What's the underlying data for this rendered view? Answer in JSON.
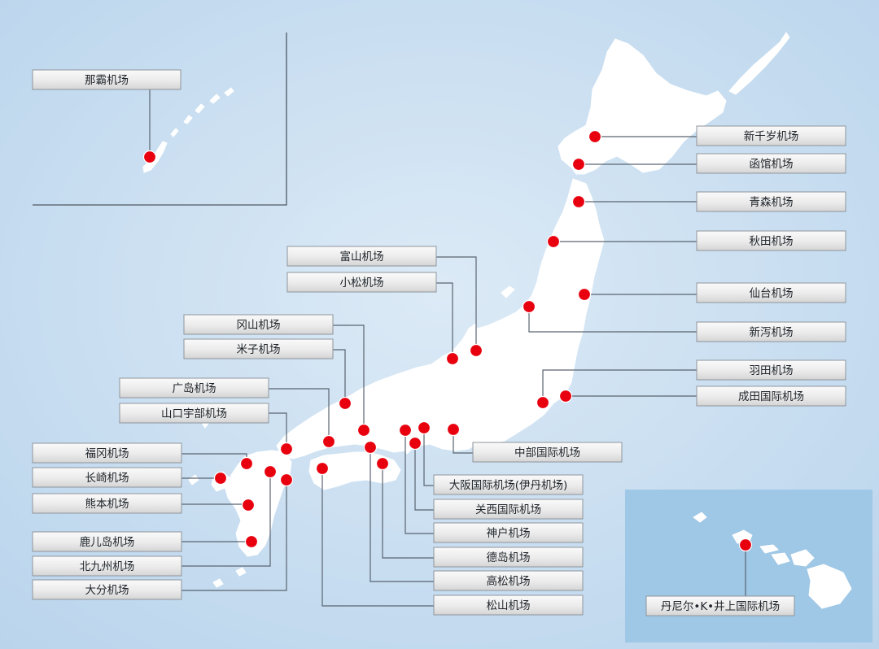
{
  "map": {
    "colors": {
      "sea_light": "#dceaf6",
      "sea_dark": "#b9d4ec",
      "land": "#ffffff",
      "airport_dot": "#e8000e",
      "label_box_top": "#fafafa",
      "label_box_bottom": "#d4d4d4",
      "leader_line": "#5a6470",
      "hawaii_inset_sea": "#9fc7e6"
    },
    "insets": {
      "okinawa": {
        "name": "okinawa-inset"
      },
      "hawaii": {
        "name": "hawaii-inset"
      }
    }
  },
  "airports": [
    {
      "id": "naha",
      "label": "那霸机场"
    },
    {
      "id": "new-chitose",
      "label": "新千岁机场"
    },
    {
      "id": "hakodate",
      "label": "函馆机场"
    },
    {
      "id": "aomori",
      "label": "青森机场"
    },
    {
      "id": "akita",
      "label": "秋田机场"
    },
    {
      "id": "sendai",
      "label": "仙台机场"
    },
    {
      "id": "niigata",
      "label": "新泻机场"
    },
    {
      "id": "haneda",
      "label": "羽田机场"
    },
    {
      "id": "narita",
      "label": "成田国际机场"
    },
    {
      "id": "toyama",
      "label": "富山机场"
    },
    {
      "id": "komatsu",
      "label": "小松机场"
    },
    {
      "id": "okayama",
      "label": "冈山机场"
    },
    {
      "id": "yonago",
      "label": "米子机场"
    },
    {
      "id": "hiroshima",
      "label": "广岛机场"
    },
    {
      "id": "yamaguchi-ube",
      "label": "山口宇部机场"
    },
    {
      "id": "fukuoka",
      "label": "福冈机场"
    },
    {
      "id": "nagasaki",
      "label": "长崎机场"
    },
    {
      "id": "kumamoto",
      "label": "熊本机场"
    },
    {
      "id": "kagoshima",
      "label": "鹿儿岛机场"
    },
    {
      "id": "kitakyushu",
      "label": "北九州机场"
    },
    {
      "id": "oita",
      "label": "大分机场"
    },
    {
      "id": "chubu",
      "label": "中部国际机场"
    },
    {
      "id": "osaka-itami",
      "label": "大阪国际机场(伊丹机场)"
    },
    {
      "id": "kansai",
      "label": "关西国际机场"
    },
    {
      "id": "kobe",
      "label": "神户机场"
    },
    {
      "id": "tokushima",
      "label": "德岛机场"
    },
    {
      "id": "takamatsu",
      "label": "高松机场"
    },
    {
      "id": "matsuyama",
      "label": "松山机场"
    },
    {
      "id": "daniel-k-inouye",
      "label": "丹尼尔•K•井上国际机场"
    }
  ]
}
